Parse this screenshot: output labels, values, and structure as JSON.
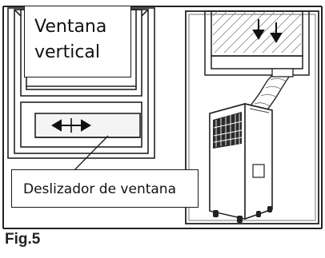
{
  "callouts": {
    "window_line1": "Ventana",
    "window_line2": "vertical",
    "slider": "Deslizador de ventana"
  },
  "caption": "Fig.5"
}
